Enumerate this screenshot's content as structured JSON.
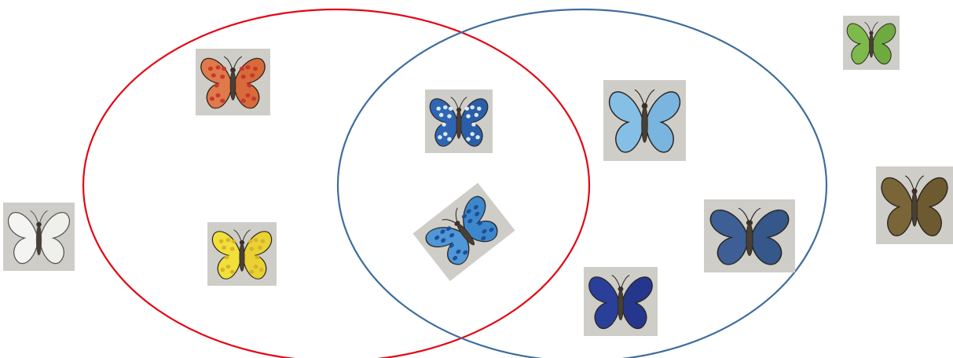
{
  "diagram": {
    "type": "venn",
    "sets": [
      {
        "id": "dotted",
        "outline_color": "#e30613"
      },
      {
        "id": "blue",
        "outline_color": "#3f6d9c"
      }
    ],
    "items": [
      {
        "id": "orange-dotted",
        "icon": "butterfly-icon",
        "region": "left-only",
        "wing": "#e07a4a",
        "wing2": "#d96a3a",
        "dots": true,
        "dot": "#c6392e"
      },
      {
        "id": "yellow-dotted",
        "icon": "butterfly-icon",
        "region": "left-only",
        "wing": "#f1df3c",
        "wing2": "#ead134",
        "dots": true,
        "dot": "#d7b22a"
      },
      {
        "id": "blue-white-dotted",
        "icon": "butterfly-icon",
        "region": "both",
        "wing": "#2f66b4",
        "wing2": "#2a5ea8",
        "dots": true,
        "dot": "#dce9f7"
      },
      {
        "id": "lightblue-dotted",
        "icon": "butterfly-icon",
        "region": "both",
        "wing": "#4f97d6",
        "wing2": "#3d88cc",
        "dots": true,
        "dot": "#1f4e97"
      },
      {
        "id": "lightblue-plain",
        "icon": "butterfly-icon",
        "region": "right-only",
        "wing": "#86bfe6",
        "wing2": "#7ab5df",
        "dots": false,
        "dot": ""
      },
      {
        "id": "steelblue-plain",
        "icon": "butterfly-icon",
        "region": "right-only",
        "wing": "#3d5f96",
        "wing2": "#355789",
        "dots": false,
        "dot": ""
      },
      {
        "id": "navy-plain",
        "icon": "butterfly-icon",
        "region": "right-only",
        "wing": "#2a3f9a",
        "wing2": "#24378c",
        "dots": false,
        "dot": ""
      },
      {
        "id": "uncolored",
        "icon": "butterfly-icon",
        "region": "outside",
        "wing": "#f4f4f2",
        "wing2": "#efefec",
        "dots": false,
        "dot": ""
      },
      {
        "id": "green-plain",
        "icon": "butterfly-icon",
        "region": "outside",
        "wing": "#7dba4b",
        "wing2": "#6faa40",
        "dots": false,
        "dot": ""
      },
      {
        "id": "brown-plain",
        "icon": "butterfly-icon",
        "region": "outside",
        "wing": "#7a6538",
        "wing2": "#6e5a30",
        "dots": false,
        "dot": ""
      }
    ]
  }
}
